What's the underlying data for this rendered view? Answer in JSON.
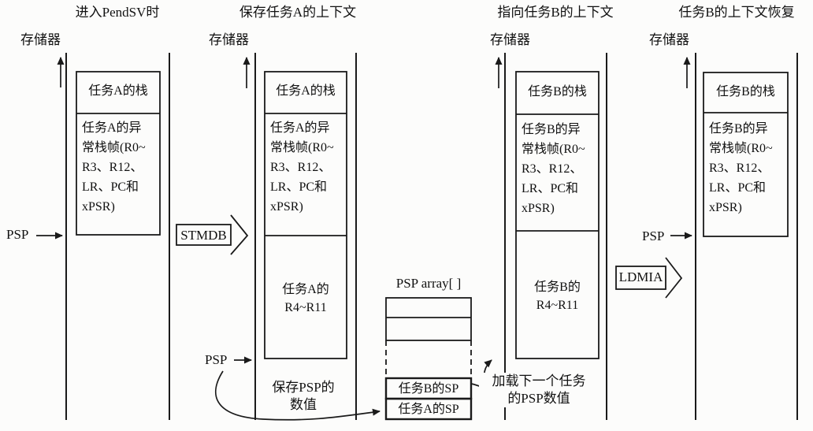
{
  "figure": {
    "stages": [
      {
        "title": "进入PendSV时",
        "memory_label": "存储器",
        "stack_top": "任务A的栈",
        "exception_frame": "任务A的异\n常栈帧(R0~\nR3、R12、\nLR、PC和\nxPSR)",
        "psp_label": "PSP"
      },
      {
        "title": "保存任务A的上下文",
        "memory_label": "存储器",
        "stack_top": "任务A的栈",
        "exception_frame": "任务A的异\n常栈帧(R0~\nR3、R12、\nLR、PC和\nxPSR)",
        "registers": "任务A的\nR4~R11",
        "psp_label": "PSP",
        "instruction": "STMDB",
        "note": "保存PSP的\n数值"
      },
      {
        "title": "指向任务B的上下文",
        "memory_label": "存储器",
        "stack_top": "任务B的栈",
        "exception_frame": "任务B的异\n常栈帧(R0~\nR3、R12、\nLR、PC和\nxPSR)",
        "registers": "任务B的\nR4~R11",
        "note": "加载下一个任务\n的PSP数值"
      },
      {
        "title": "任务B的上下文恢复",
        "memory_label": "存储器",
        "stack_top": "任务B的栈",
        "exception_frame": "任务B的异\n常栈帧(R0~\nR3、R12、\nLR、PC和\nxPSR)",
        "psp_label": "PSP",
        "instruction": "LDMIA"
      }
    ],
    "psp_array": {
      "label": "PSP array[ ]",
      "entries": [
        "任务B的SP",
        "任务A的SP"
      ]
    },
    "colors": {
      "line": "#1a1a1a",
      "background": "#fcfcfb",
      "text": "#111111"
    }
  }
}
